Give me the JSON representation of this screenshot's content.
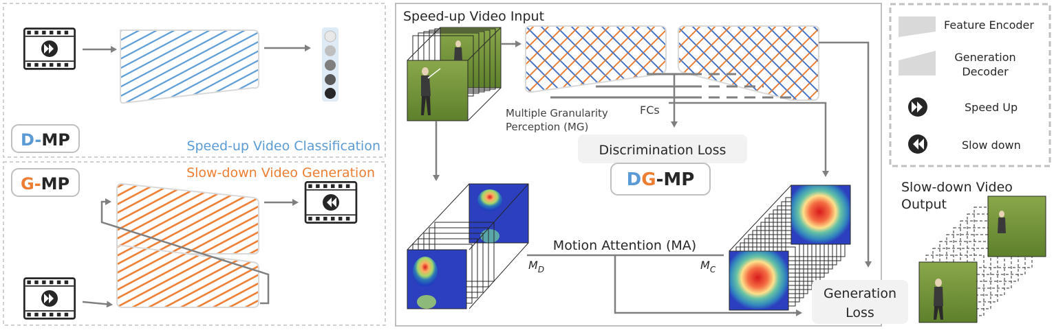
{
  "panels": {
    "dmp": {
      "badge_prefix": "D-",
      "badge_suffix": "MP",
      "caption": "Speed-up Video Classification"
    },
    "gmp": {
      "badge_prefix": "G-",
      "badge_suffix": "MP",
      "caption": "Slow-down Video Generation"
    },
    "dgmp": {
      "title": "Speed-up Video Input",
      "mg_label_line1": "Multiple Granularity",
      "mg_label_line2": "Perception (MG)",
      "fcs_label": "FCs",
      "discrimination_loss": "Discrimination Loss",
      "badge_d": "D",
      "badge_g": "G",
      "badge_mp": "-MP",
      "motion_attention": "Motion Attention (MA)",
      "md_label": "M",
      "md_sub": "D",
      "mc_label": "M",
      "mc_sub": "C",
      "generation_loss_line1": "Generation",
      "generation_loss_line2": "Loss",
      "output_line1": "Slow-down Video",
      "output_line2": "Output"
    }
  },
  "legend": {
    "feature_encoder": "Feature Encoder",
    "generation_decoder_line1": "Generation",
    "generation_decoder_line2": "Decoder",
    "speed_up": "Speed Up",
    "slow_down": "Slow down"
  },
  "colors": {
    "blue": "#5b9bd5",
    "orange": "#ed7d31",
    "gray_arrow": "#7f7f7f",
    "panel_border": "#bfbfbf"
  },
  "icons": [
    "film-fast-forward-icon",
    "film-rewind-icon",
    "fast-forward-icon",
    "rewind-icon"
  ]
}
